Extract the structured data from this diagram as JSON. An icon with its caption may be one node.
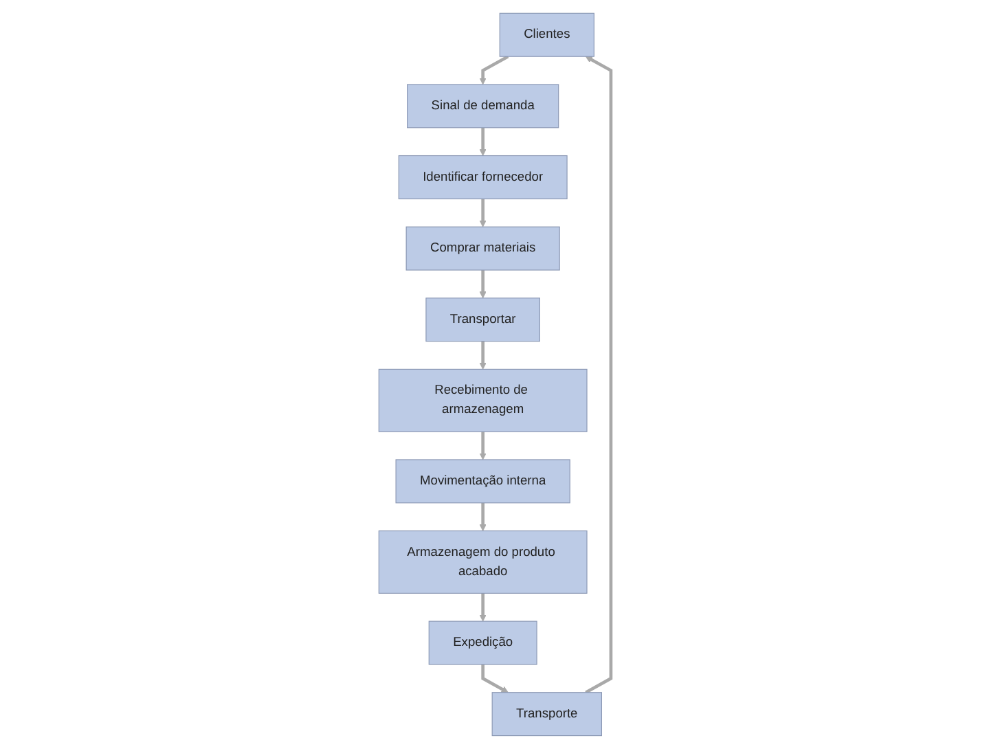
{
  "diagram": {
    "nodes": [
      {
        "text": [
          "Clientes"
        ]
      },
      {
        "text": [
          "Transporte"
        ]
      },
      {
        "text": [
          "Sinal de demanda"
        ]
      },
      {
        "text": [
          "Identificar fornecedor"
        ]
      },
      {
        "text": [
          "Expedição"
        ]
      },
      {
        "text": [
          "Armazenagem do produto acabado"
        ]
      },
      {
        "text": [
          "Comprar materiais"
        ]
      },
      {
        "text": [
          "Movimentação interna"
        ]
      },
      {
        "text": [
          "Transportar"
        ]
      },
      {
        "text": [
          "Recebimento de armazenagem"
        ]
      }
    ],
    "edges": [
      {
        "from": 1,
        "to": 0,
        "arrow": "to"
      },
      {
        "from": 0,
        "to": 2,
        "arrow": "to"
      },
      {
        "from": 2,
        "to": 3,
        "arrow": "to"
      },
      {
        "from": 3,
        "to": 6,
        "arrow": "to"
      },
      {
        "from": 6,
        "to": 8,
        "arrow": "to"
      },
      {
        "from": 8,
        "to": 9,
        "arrow": "to"
      },
      {
        "from": 9,
        "to": 7,
        "arrow": "to"
      },
      {
        "from": 7,
        "to": 5,
        "arrow": "to"
      },
      {
        "from": 5,
        "to": 4,
        "arrow": "to"
      },
      {
        "from": 4,
        "to": 1,
        "arrow": "to"
      }
    ]
  }
}
